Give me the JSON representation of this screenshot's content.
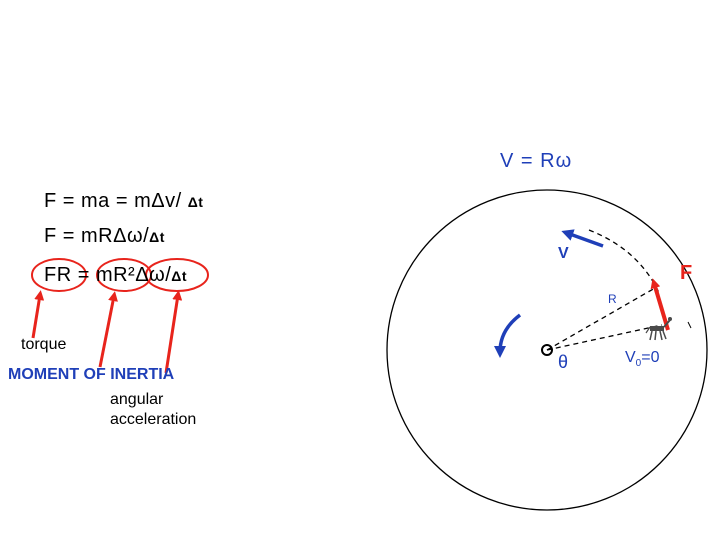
{
  "top_formula": "V = Rω",
  "equations": {
    "line1_main": "F = ma = mΔv/ ",
    "line1_dt": "Δt",
    "line2_main": "F = mRΔω/",
    "line2_dt": "Δt",
    "line3_main": "FR = mR²Δω/",
    "line3_dt": "Δt"
  },
  "annotations": {
    "torque": "torque",
    "moment_of_inertia": "MOMENT OF INERTIA",
    "angular_acceleration_1": "angular",
    "angular_acceleration_2": "acceleration"
  },
  "diagram": {
    "v_label": "V",
    "f_label": "F",
    "r_label": "R",
    "theta_label": "θ",
    "v0_label": "V",
    "v0_sub": "0",
    "v0_value": "=0"
  },
  "colors": {
    "red": "#e8241c",
    "blue": "#1f3fb8",
    "black": "#000000"
  }
}
